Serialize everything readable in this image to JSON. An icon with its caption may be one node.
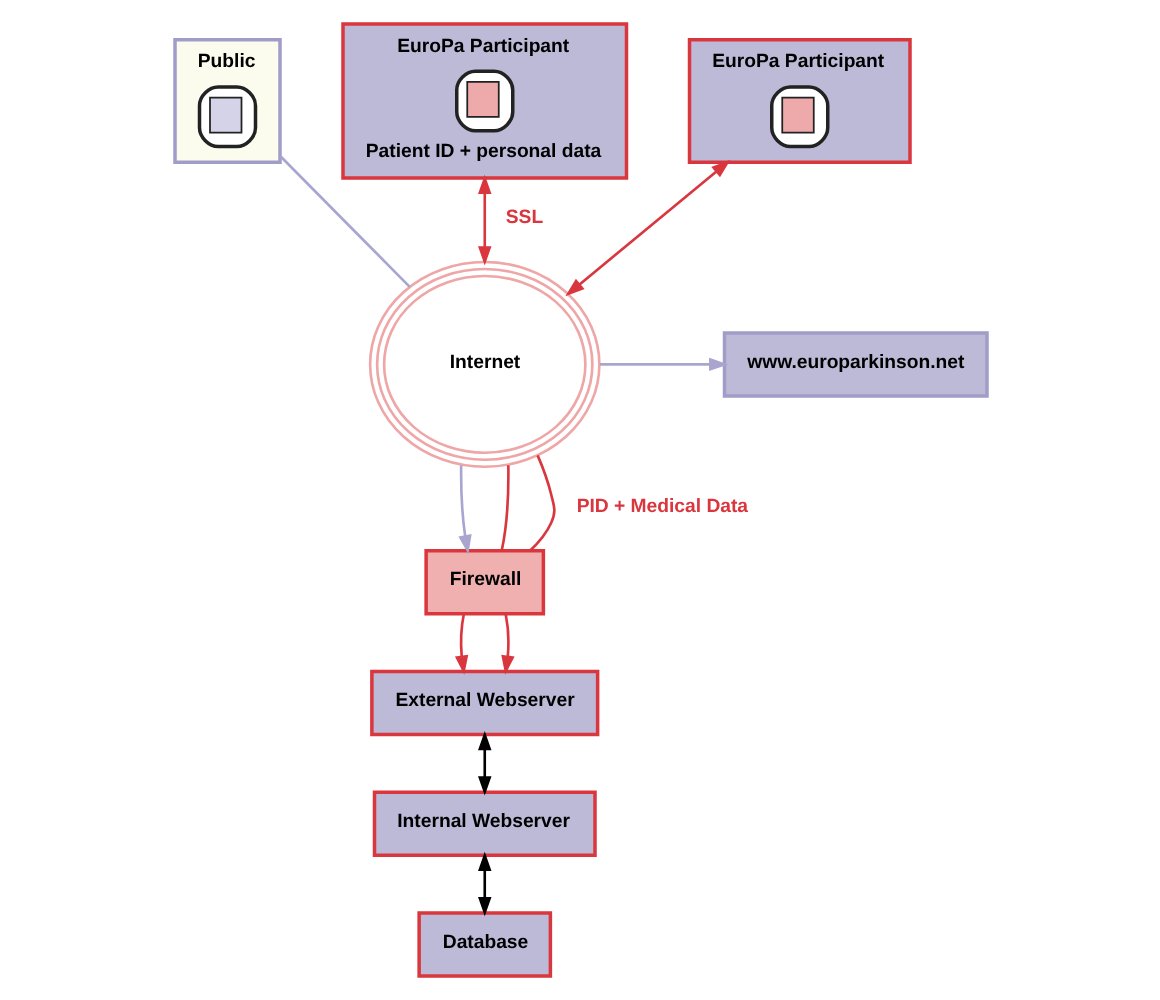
{
  "diagram": {
    "nodes": [
      {
        "text": [
          "Public"
        ]
      },
      {
        "text": [
          "EuroPa Participant",
          "Patient ID + personal data"
        ]
      },
      {
        "text": [
          "EuroPa Participant"
        ]
      },
      {
        "text": [
          "www.europarkinson.net"
        ]
      },
      {
        "text": [
          "Internet"
        ]
      },
      {
        "text": [
          "Firewall"
        ]
      },
      {
        "text": [
          "External Webserver"
        ]
      },
      {
        "text": [
          "Internal Webserver"
        ]
      },
      {
        "text": [
          "Database"
        ]
      }
    ],
    "edges": [
      {
        "from": 0,
        "to": 4,
        "arrow": "none",
        "color": "#a8a5cf"
      },
      {
        "from": 1,
        "to": 4,
        "arrow": "both",
        "label": "SSL"
      },
      {
        "from": 2,
        "to": 4,
        "arrow": "both"
      },
      {
        "from": 4,
        "to": 3,
        "arrow": "to",
        "color": "#a8a5cf"
      },
      {
        "from": 4,
        "to": 5,
        "arrow": "to",
        "color": "#a8a5cf"
      },
      {
        "from": 4,
        "to": 5,
        "arrow": "none"
      },
      {
        "from": 4,
        "to": 5,
        "arrow": "none",
        "label": "PID + Medical Data"
      },
      {
        "from": 5,
        "to": 6,
        "arrow": "to"
      },
      {
        "from": 5,
        "to": 6,
        "arrow": "to"
      },
      {
        "from": 6,
        "to": 7,
        "arrow": "both",
        "color": "#000000"
      },
      {
        "from": 7,
        "to": 8,
        "arrow": "both",
        "color": "#000000"
      }
    ]
  }
}
